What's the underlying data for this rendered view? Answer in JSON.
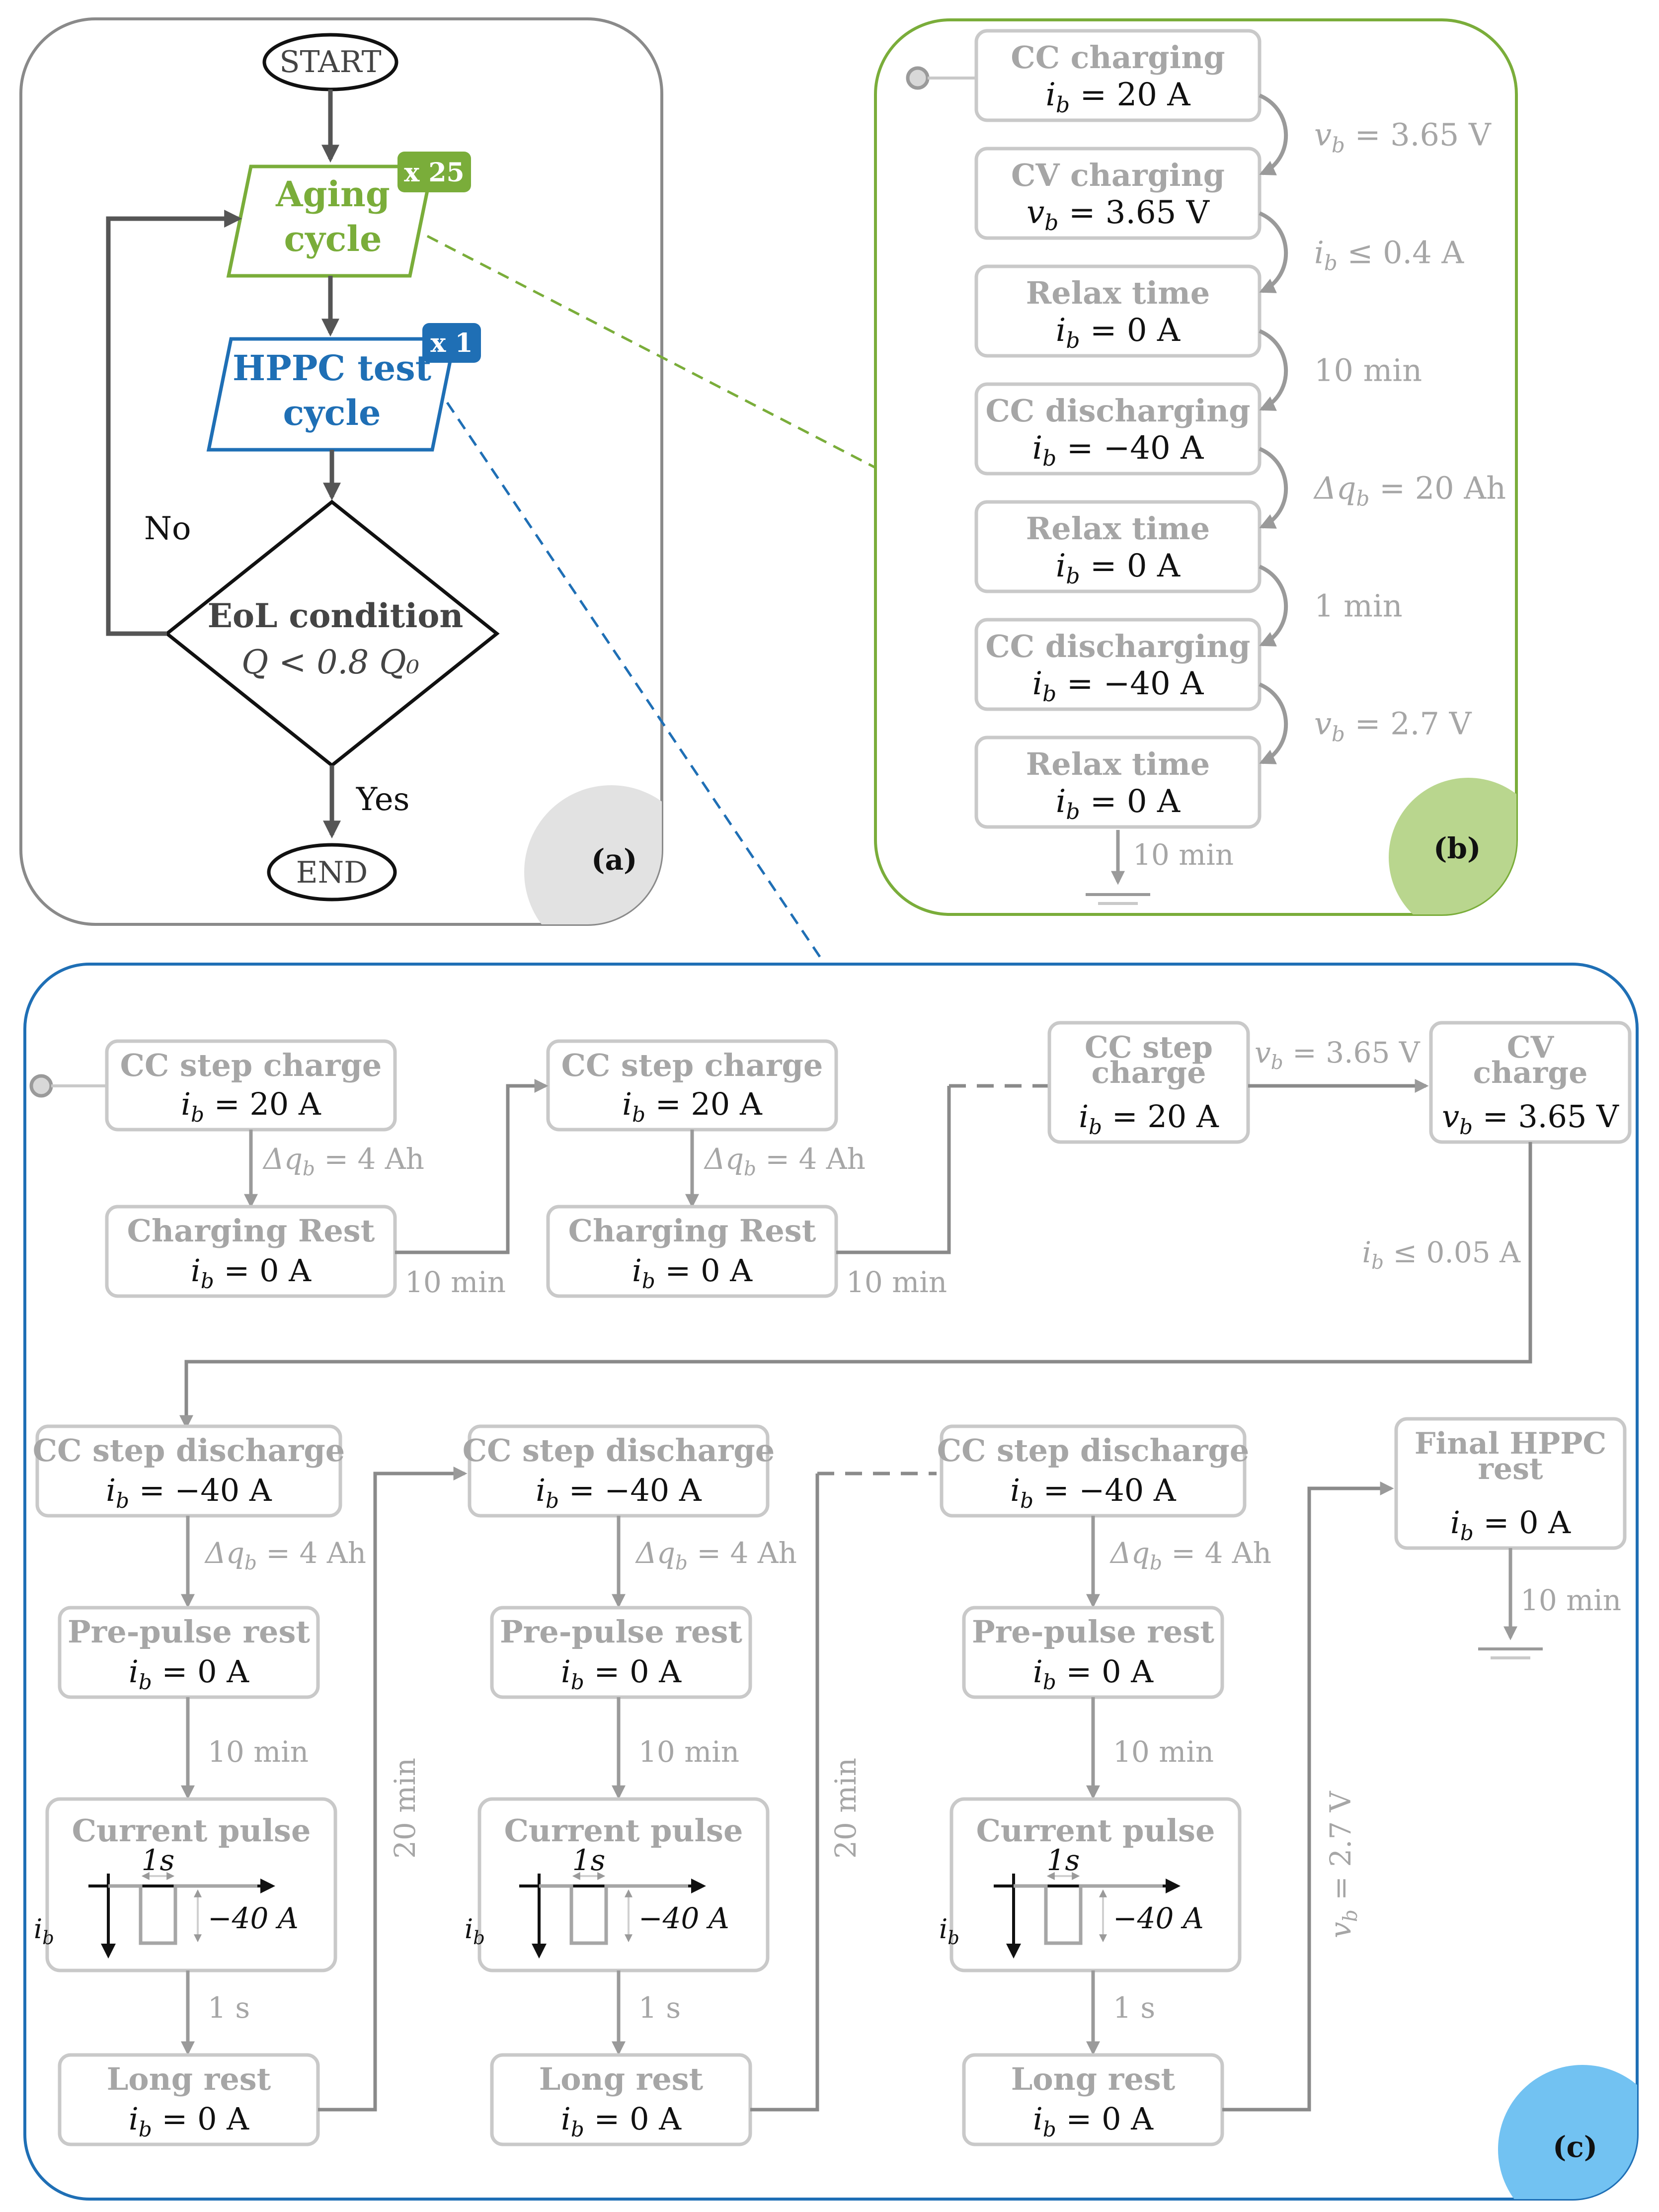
{
  "colors": {
    "dark": "#3b3b3b",
    "frame_a": "#8a8a8a",
    "green": "#7aad3a",
    "green_circle": "#b9d68e",
    "blue": "#1f6fb5",
    "blue_circle": "#72c2f2",
    "grey_box": "#c9c9c9",
    "grey_text": "#a6a6a6",
    "grey_corner": "#e2e2e2"
  },
  "panel_a": {
    "label": "(a)",
    "start": "START",
    "end": "END",
    "aging": {
      "line1": "Aging",
      "line2": "cycle",
      "badge": "x 25"
    },
    "hppc": {
      "line1": "HPPC test",
      "line2": "cycle",
      "badge": "x 1"
    },
    "eol": {
      "title": "EoL condition",
      "formula": "Q < 0.8 Q₀"
    },
    "no": "No",
    "yes": "Yes"
  },
  "panel_b": {
    "label": "(b)",
    "steps": [
      {
        "title": "CC charging",
        "formula": "i_b = 20 A"
      },
      {
        "title": "CV charging",
        "formula": "v_b = 3.65 V"
      },
      {
        "title": "Relax time",
        "formula": "i_b = 0 A"
      },
      {
        "title": "CC discharging",
        "formula": "i_b = −40 A"
      },
      {
        "title": "Relax time",
        "formula": "i_b = 0 A"
      },
      {
        "title": "CC discharging",
        "formula": "i_b = −40 A"
      },
      {
        "title": "Relax time",
        "formula": "i_b = 0 A"
      }
    ],
    "transitions": [
      "v_b = 3.65 V",
      "i_b ≤ 0.4 A",
      "10 min",
      "Δq_b = 20 Ah",
      "1 min",
      "v_b = 2.7 V"
    ],
    "final": "10 min"
  },
  "panel_c": {
    "label": "(c)",
    "charge_col": {
      "step": {
        "title": "CC step charge",
        "formula": "i_b = 20 A"
      },
      "rest": {
        "title": "Charging Rest",
        "formula": "i_b = 0 A"
      },
      "dq": "Δq_b = 4 Ah",
      "after": "10 min"
    },
    "last_step": {
      "title1": "CC step",
      "title2": "charge",
      "formula": "i_b = 20 A"
    },
    "last_to_cv": "v_b = 3.65 V",
    "cv": {
      "title1": "CV",
      "title2": "charge",
      "formula": "v_b = 3.65 V"
    },
    "cv_after": "i_b ≤ 0.05 A",
    "discharge_col": {
      "step": {
        "title": "CC step discharge",
        "formula": "i_b = −40 A"
      },
      "dq": "Δq_b = 4 Ah",
      "prepulse": {
        "title": "Pre-pulse rest",
        "formula": "i_b = 0 A"
      },
      "t1": "10 min",
      "pulse": {
        "title": "Current pulse",
        "width": "1s",
        "amp": "−40 A",
        "axis": "i_b"
      },
      "t2": "1 s",
      "long": {
        "title": "Long rest",
        "formula": "i_b = 0 A"
      }
    },
    "loop_label": "20 min",
    "exit_label": "v_b = 2.7 V",
    "final": {
      "title1": "Final HPPC",
      "title2": "rest",
      "formula": "i_b = 0 A"
    },
    "final_after": "10 min"
  }
}
